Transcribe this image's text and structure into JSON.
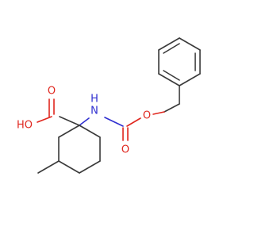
{
  "molecule": {
    "atoms": {
      "carboxyl_oxo": "O",
      "hydroxyl": "HO",
      "amine": "H\nN",
      "amine_h": "H",
      "amine_n": "N",
      "carbamate_oxo": "O",
      "ester_oxygen": "O"
    },
    "colors": {
      "bond": "#3a3a3a",
      "oxygen": "#e0261e",
      "nitrogen": "#2f2fd0",
      "background": "#ffffff"
    }
  }
}
